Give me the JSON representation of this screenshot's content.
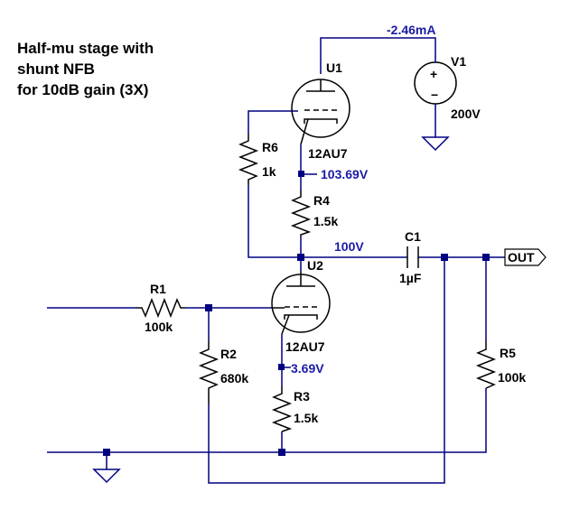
{
  "title": {
    "line1": "Half-mu stage with",
    "line2": "shunt NFB",
    "line3": "for 10dB gain (3X)"
  },
  "components": {
    "u1": {
      "ref": "U1",
      "value": "12AU7"
    },
    "u2": {
      "ref": "U2",
      "value": "12AU7"
    },
    "v1": {
      "ref": "V1",
      "value": "200V",
      "plus": "+",
      "minus": "−"
    },
    "r1": {
      "ref": "R1",
      "value": "100k"
    },
    "r2": {
      "ref": "R2",
      "value": "680k"
    },
    "r3": {
      "ref": "R3",
      "value": "1.5k"
    },
    "r4": {
      "ref": "R4",
      "value": "1.5k"
    },
    "r5": {
      "ref": "R5",
      "value": "100k"
    },
    "r6": {
      "ref": "R6",
      "value": "1k"
    },
    "c1": {
      "ref": "C1",
      "value": "1µF"
    }
  },
  "measurements": {
    "supply_current": "-2.46mA",
    "u1_cathode": "103.69V",
    "u2_plate": "100V",
    "u2_cathode": "3.69V"
  },
  "output_port": "OUT",
  "colors": {
    "wire": "#000080",
    "component": "#000000",
    "measurement": "#1a1aa6",
    "background": "#ffffff"
  }
}
